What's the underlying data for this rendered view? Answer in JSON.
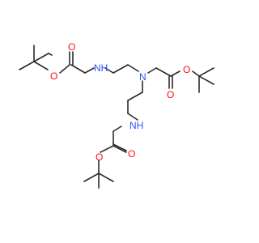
{
  "molecule": {
    "atoms": [
      {
        "id": "c1",
        "element": "C"
      },
      {
        "id": "c2",
        "element": "C"
      },
      {
        "id": "c3",
        "element": "C"
      },
      {
        "id": "c4",
        "element": "C"
      },
      {
        "id": "o1",
        "element": "O"
      },
      {
        "id": "c5",
        "element": "C"
      },
      {
        "id": "o2",
        "element": "O"
      },
      {
        "id": "c6",
        "element": "C"
      },
      {
        "id": "n1",
        "element": "N",
        "hydrogens": 1
      },
      {
        "id": "c7",
        "element": "C"
      },
      {
        "id": "c8",
        "element": "C"
      },
      {
        "id": "n2",
        "element": "N"
      },
      {
        "id": "c9",
        "element": "C"
      },
      {
        "id": "c10",
        "element": "C"
      },
      {
        "id": "o3",
        "element": "O"
      },
      {
        "id": "o4",
        "element": "O"
      },
      {
        "id": "c11",
        "element": "C"
      },
      {
        "id": "c12",
        "element": "C"
      },
      {
        "id": "c13",
        "element": "C"
      },
      {
        "id": "c14",
        "element": "C"
      },
      {
        "id": "c15",
        "element": "C"
      },
      {
        "id": "c16",
        "element": "C"
      },
      {
        "id": "n3",
        "element": "N",
        "hydrogens": 1
      },
      {
        "id": "c17",
        "element": "C"
      },
      {
        "id": "c18",
        "element": "C"
      },
      {
        "id": "o5",
        "element": "O"
      },
      {
        "id": "o6",
        "element": "O"
      },
      {
        "id": "c19",
        "element": "C"
      },
      {
        "id": "c20",
        "element": "C"
      },
      {
        "id": "c21",
        "element": "C"
      },
      {
        "id": "c22",
        "element": "C"
      }
    ],
    "labels": {
      "o1": "O",
      "o2": "O",
      "n1": "NH",
      "n2": "N",
      "o3": "O",
      "o4": "O",
      "n3": "NH",
      "o5": "O",
      "o6": "O"
    },
    "colors": {
      "bond": "#2b2b2b",
      "oxygen": "#ff0d0d",
      "nitrogen": "#3050f8"
    }
  }
}
